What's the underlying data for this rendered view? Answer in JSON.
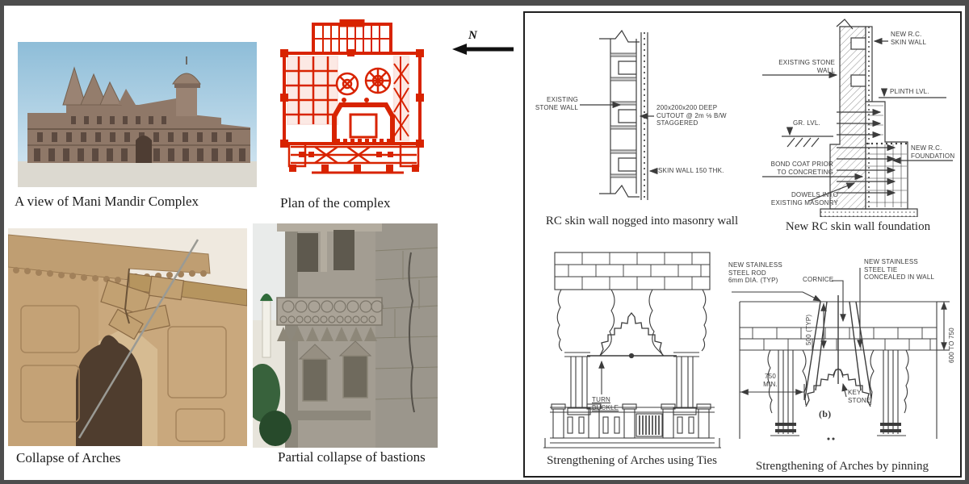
{
  "left": {
    "north_arrow_label": "N",
    "photo_view": {
      "caption": "A view of Mani Mandir Complex"
    },
    "plan": {
      "caption": "Plan of the complex"
    },
    "photo_arches": {
      "caption": "Collapse of Arches"
    },
    "photo_bastions": {
      "caption": "Partial collapse of bastions"
    }
  },
  "right": {
    "drawing_nogged": {
      "caption": "RC skin wall nogged into masonry wall",
      "label_existing_wall": "EXISTING\nSTONE WALL",
      "label_cutout": "200x200x200 DEEP\nCUTOUT @ 2m ℅ B/W\nSTAGGERED",
      "label_skin_wall": "SKIN WALL 150 THK."
    },
    "drawing_foundation": {
      "caption": "New RC skin wall foundation",
      "label_new_rc_skin_wall": "NEW R.C.\nSKIN WALL",
      "label_existing_stone_wall": "EXISTING STONE\nWALL",
      "label_plinth": "PLINTH LVL.",
      "label_ground": "GR. LVL.",
      "label_bond_coat": "BOND COAT PRIOR\nTO CONCRETING",
      "label_foundation": "NEW R.C.\nFOUNDATION",
      "label_dowels": "DOWELS INTO\nEXISTING MASONRY"
    },
    "drawing_ties": {
      "caption": "Strengthening of Arches using Ties",
      "label_turnbuckle": "TURN\nBUCKLE"
    },
    "drawing_pinning": {
      "caption": "Strengthening of Arches by pinning",
      "label_rod": "NEW STAINLESS\nSTEEL ROD\n6mm DIA. (TYP)",
      "label_cornice": "CORNICE",
      "label_tie": "NEW STAINLESS\nSTEEL TIE\nCONCEALED IN WALL",
      "dim_500": "500\n(TYP)",
      "dim_750": "750\nMIN.",
      "label_keystone": "KEY\nSTONE",
      "label_b": "(b)",
      "dim_600_750": "600 TO 750"
    }
  },
  "colors": {
    "plan_red": "#d82300",
    "sky_blue": "#8ebdd8",
    "sandstone": "#c9a87d",
    "stone_gray": "#a39d92",
    "drawing_line": "#3c3c3c"
  }
}
